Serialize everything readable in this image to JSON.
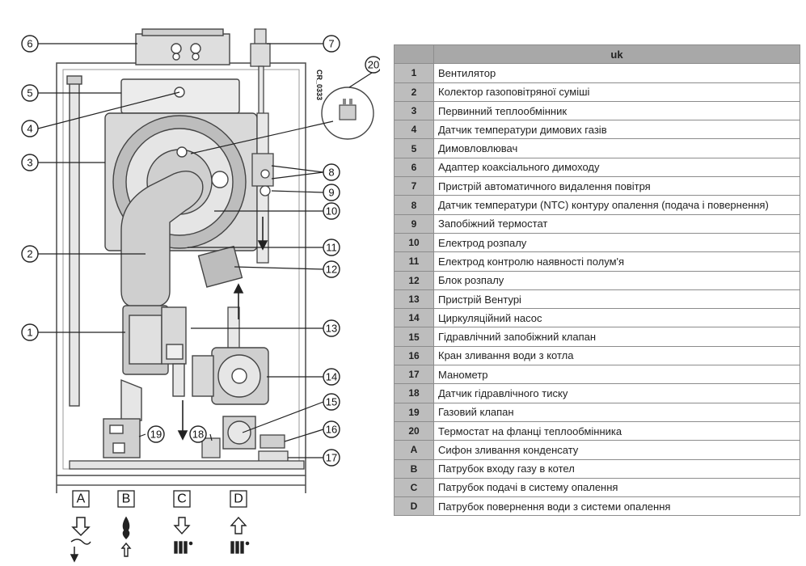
{
  "diagram": {
    "drawing_code": "CR_0333",
    "callouts": [
      "1",
      "2",
      "3",
      "4",
      "5",
      "6",
      "7",
      "8",
      "9",
      "10",
      "11",
      "12",
      "13",
      "14",
      "15",
      "16",
      "17",
      "18",
      "19",
      "20"
    ],
    "connections": [
      "A",
      "B",
      "C",
      "D"
    ]
  },
  "legend": {
    "language": "uk",
    "rows": [
      {
        "key": "1",
        "text": "Вентилятор"
      },
      {
        "key": "2",
        "text": "Колектор газоповітряної суміші"
      },
      {
        "key": "3",
        "text": "Первинний теплообмінник"
      },
      {
        "key": "4",
        "text": "Датчик температури димових газів"
      },
      {
        "key": "5",
        "text": "Димовловлювач"
      },
      {
        "key": "6",
        "text": "Адаптер коаксіального димоходу"
      },
      {
        "key": "7",
        "text": "Пристрій автоматичного видалення повітря"
      },
      {
        "key": "8",
        "text": "Датчик температури (NTC) контуру опалення (подача і повернення)"
      },
      {
        "key": "9",
        "text": "Запобіжний термостат"
      },
      {
        "key": "10",
        "text": "Електрод розпалу"
      },
      {
        "key": "11",
        "text": "Електрод контролю наявності полум'я"
      },
      {
        "key": "12",
        "text": "Блок розпалу"
      },
      {
        "key": "13",
        "text": "Пристрій Вентурі"
      },
      {
        "key": "14",
        "text": "Циркуляційний насос"
      },
      {
        "key": "15",
        "text": "Гідравлічний запобіжний клапан"
      },
      {
        "key": "16",
        "text": "Кран зливання води з котла"
      },
      {
        "key": "17",
        "text": "Манометр"
      },
      {
        "key": "18",
        "text": "Датчик гідравлічного тиску"
      },
      {
        "key": "19",
        "text": "Газовий клапан"
      },
      {
        "key": "20",
        "text": "Термостат на фланці теплообмінника"
      },
      {
        "key": "A",
        "text": "Сифон зливання конденсату"
      },
      {
        "key": "B",
        "text": "Патрубок входу газу в котел"
      },
      {
        "key": "C",
        "text": "Патрубок подачі в систему опалення"
      },
      {
        "key": "D",
        "text": "Патрубок повернення води з системи опалення"
      }
    ]
  }
}
